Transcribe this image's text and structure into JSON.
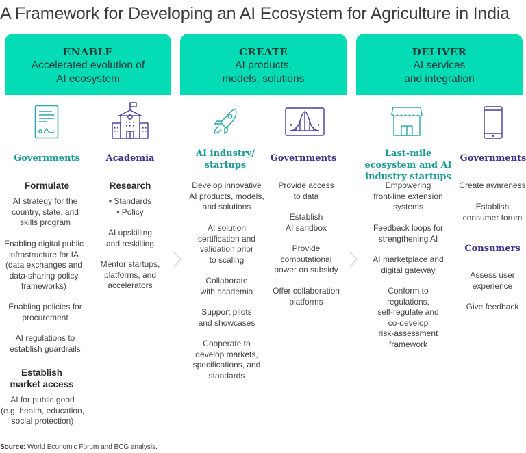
{
  "title": "A Framework for Developing an AI Ecosystem for Agriculture in India",
  "colors": {
    "header_bg": "#03dcb5",
    "teal_accent": "#1a9a94",
    "purple_accent": "#3e2e8a",
    "divider": "#c8c8c8"
  },
  "pillars": [
    {
      "key": "ENABLE",
      "subtitle": "Accelerated evolution of\nAI ecosystem",
      "columns": [
        {
          "icon": "document-signature-icon",
          "actor": "Governments",
          "actor_color": "teal",
          "sections": [
            {
              "heading": "Formulate",
              "items": [
                "AI strategy for the\ncountry, state, and\nskills program",
                "Enabling digital public\ninfrastructure for IA\n(data exchanges and\ndata-sharing policy\nframeworks)",
                "Enabling policies for\nprocurement",
                "AI regulations to\nestablish guardrails"
              ]
            },
            {
              "heading": "Establish\nmarket access",
              "items": [
                "AI for public good\n(e.g, health, education,\nsocial protection)"
              ]
            }
          ]
        },
        {
          "icon": "school-building-icon",
          "actor": "Academia",
          "actor_color": "purple",
          "sections": [
            {
              "heading": "Research",
              "items": [
                "• Standards\n• Policy",
                "AI upskilling\nand reskilling",
                "Mentor startups,\nplatforms, and\naccelerators"
              ]
            }
          ]
        }
      ]
    },
    {
      "key": "CREATE",
      "subtitle": "AI products,\nmodels, solutions",
      "columns": [
        {
          "icon": "rocket-icon",
          "actor": "AI industry/\nstartups",
          "actor_color": "teal",
          "items": [
            "Develop innovative\nAI products, models,\nand solutions",
            "AI solution\ncertification and\nvalidation prior\nto scaling",
            "Collaborate\nwith academia",
            "Support pilots\nand showcases",
            "Cooperate to\ndevelop markets,\nspecifications, and\nstandards"
          ]
        },
        {
          "icon": "bell-curve-chart-icon",
          "actor": "Governments",
          "actor_color": "purple",
          "items": [
            "Provide access\nto data",
            "Establish\nAI sandbox",
            "Provide\ncomputational\npower on subsidy",
            "Offer collaboration\nplatforms"
          ]
        }
      ]
    },
    {
      "key": "DELIVER",
      "subtitle": "AI services\nand integration",
      "columns": [
        {
          "icon": "storefront-icon",
          "actor": "Last-mile\necosystem and AI\nindustry startups",
          "actor_color": "teal",
          "items": [
            "Empowering\nfront-line extension\nsystems",
            "Feedback loops for\nstrengthening AI",
            "AI marketplace and\ndigital gateway",
            "Conform to\nregulations,\nself-regulate and\nco-develop\nrisk-assessment\nframework"
          ]
        },
        {
          "icon": "smartphone-icon",
          "actor": "Governments",
          "actor_color": "purple",
          "items": [
            "Create awareness",
            "Establish\nconsumer forum"
          ],
          "second_actor": "Consumers",
          "second_items": [
            "Assess user\nexperience",
            "Give feedback"
          ]
        }
      ]
    }
  ],
  "source": {
    "label": "Source:",
    "text": " World Economic Forum and BCG analysis."
  }
}
